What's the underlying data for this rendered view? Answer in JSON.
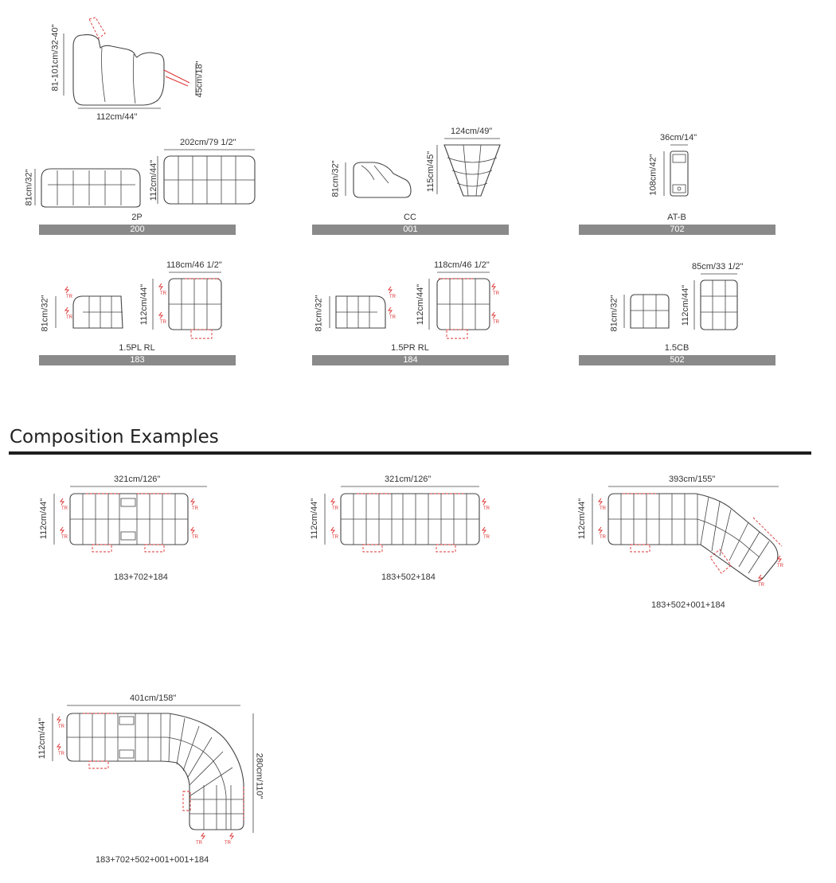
{
  "recliner": {
    "width": "112cm/44\"",
    "height": "81-101cm/32-40\"",
    "footrest": "45cm/18\""
  },
  "modules": [
    {
      "name": "2P",
      "code": "200",
      "width": "202cm/79 1/2\"",
      "height": "81cm/32\"",
      "depth": "112cm/44\""
    },
    {
      "name": "CC",
      "code": "001",
      "width": "124cm/49\"",
      "height": "81cm/32\"",
      "depth": "115cm/45\""
    },
    {
      "name": "AT-B",
      "code": "702",
      "width": "36cm/14\"",
      "depth": "108cm/42\""
    },
    {
      "name": "1.5PL RL",
      "code": "183",
      "width": "118cm/46 1/2\"",
      "height": "81cm/32\"",
      "depth": "112cm/44\""
    },
    {
      "name": "1.5PR RL",
      "code": "184",
      "width": "118cm/46 1/2\"",
      "height": "81cm/32\"",
      "depth": "112cm/44\""
    },
    {
      "name": "1.5CB",
      "code": "502",
      "width": "85cm/33 1/2\"",
      "height": "81cm/32\"",
      "depth": "112cm/44\""
    }
  ],
  "section": {
    "title": "Composition Examples"
  },
  "compositions": [
    {
      "label": "183+702+184",
      "width": "321cm/126\"",
      "depth": "112cm/44\""
    },
    {
      "label": "183+502+184",
      "width": "321cm/126\"",
      "depth": "112cm/44\""
    },
    {
      "label": "183+502+001+184",
      "width": "393cm/155\"",
      "depth": "112cm/44\""
    },
    {
      "label": "183+702+502+001+001+184",
      "width": "401cm/158\"",
      "depth": "112cm/44\"",
      "length": "280cm/110\""
    }
  ],
  "tr_label": "TR"
}
